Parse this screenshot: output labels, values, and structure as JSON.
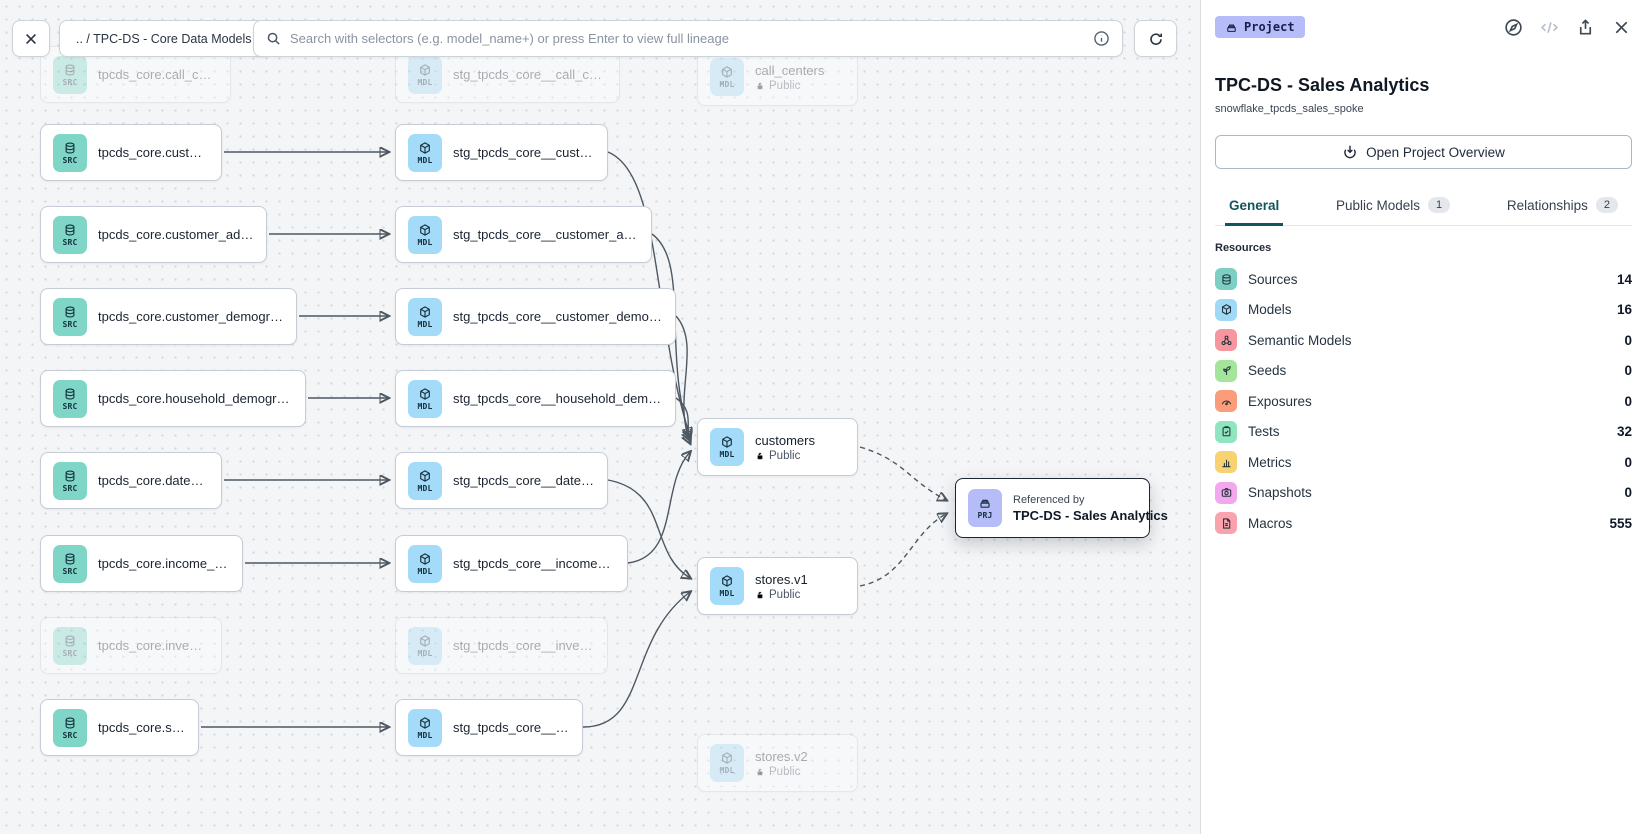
{
  "toolbar": {
    "breadcrumb": ".. / TPC-DS - Core Data Models",
    "search_placeholder": "Search with selectors (e.g. model_name+) or press Enter to view full lineage",
    "icons": {
      "close": "x",
      "search": "magnifier",
      "info": "circle-i",
      "refresh": "circular-arrow"
    }
  },
  "panel": {
    "type_badge": "Project",
    "title": "TPC-DS - Sales Analytics",
    "subtitle": "snowflake_tpcds_sales_spoke",
    "overview_button": "Open Project Overview",
    "tabs": [
      {
        "label": "General",
        "active": true
      },
      {
        "label": "Public Models",
        "count": "1"
      },
      {
        "label": "Relationships",
        "count": "2"
      }
    ],
    "resources_label": "Resources",
    "resources": [
      {
        "name": "Sources",
        "count": "14",
        "color": "#7ECFC3",
        "icon": "database-icon"
      },
      {
        "name": "Models",
        "count": "16",
        "color": "#9FD9F6",
        "icon": "cube-icon"
      },
      {
        "name": "Semantic Models",
        "count": "0",
        "color": "#F8969F",
        "icon": "network-icon"
      },
      {
        "name": "Seeds",
        "count": "0",
        "color": "#A2E59B",
        "icon": "seedling-icon"
      },
      {
        "name": "Exposures",
        "count": "0",
        "color": "#FB9C7B",
        "icon": "gauge-icon"
      },
      {
        "name": "Tests",
        "count": "32",
        "color": "#8FE5C0",
        "icon": "clipboard-check-icon"
      },
      {
        "name": "Metrics",
        "count": "0",
        "color": "#F8D170",
        "icon": "bar-chart-icon"
      },
      {
        "name": "Snapshots",
        "count": "0",
        "color": "#F2A7EE",
        "icon": "camera-icon"
      },
      {
        "name": "Macros",
        "count": "555",
        "color": "#F8A3AE",
        "icon": "file-icon"
      }
    ],
    "icons": {
      "explore": "compass",
      "code": "angle-brackets",
      "share": "box-arrow-up",
      "close": "x",
      "overview": "circle-arrow-down"
    }
  },
  "colors": {
    "accent_teal": "#12565C",
    "source_badge": "#7FD6C6",
    "model_badge": "#A3DBF8",
    "project_badge": "#B6BCF8",
    "canvas_bg": "#F4F5F7"
  },
  "graph": {
    "badges": {
      "source": "SRC",
      "model": "MDL",
      "project": "PRJ"
    },
    "rows": [
      {
        "src": "tpcds_core.call_center",
        "mdl": "stg_tpcds_core__call_center",
        "faded": true
      },
      {
        "src": "tpcds_core.customer",
        "mdl": "stg_tpcds_core__customer",
        "faded": false
      },
      {
        "src": "tpcds_core.customer_address",
        "mdl": "stg_tpcds_core__customer_address",
        "faded": false
      },
      {
        "src": "tpcds_core.customer_demographics",
        "mdl": "stg_tpcds_core__customer_demographics",
        "faded": false
      },
      {
        "src": "tpcds_core.household_demographics",
        "mdl": "stg_tpcds_core__household_demographics",
        "faded": false
      },
      {
        "src": "tpcds_core.date_dim",
        "mdl": "stg_tpcds_core__date_dim",
        "faded": false
      },
      {
        "src": "tpcds_core.income_band",
        "mdl": "stg_tpcds_core__income_band",
        "faded": false
      },
      {
        "src": "tpcds_core.inventory",
        "mdl": "stg_tpcds_core__inventory",
        "faded": true
      },
      {
        "src": "tpcds_core.store",
        "mdl": "stg_tpcds_core__store",
        "faded": false
      }
    ],
    "public_nodes": [
      {
        "title": "call_centers",
        "visibility": "Public",
        "faded": true
      },
      {
        "title": "customers",
        "visibility": "Public",
        "faded": false
      },
      {
        "title": "stores.v1",
        "visibility": "Public",
        "faded": false
      },
      {
        "title": "stores.v2",
        "visibility": "Public",
        "faded": true
      }
    ],
    "project_node": {
      "eyebrow": "Referenced by",
      "title": "TPC-DS - Sales Analytics"
    }
  }
}
